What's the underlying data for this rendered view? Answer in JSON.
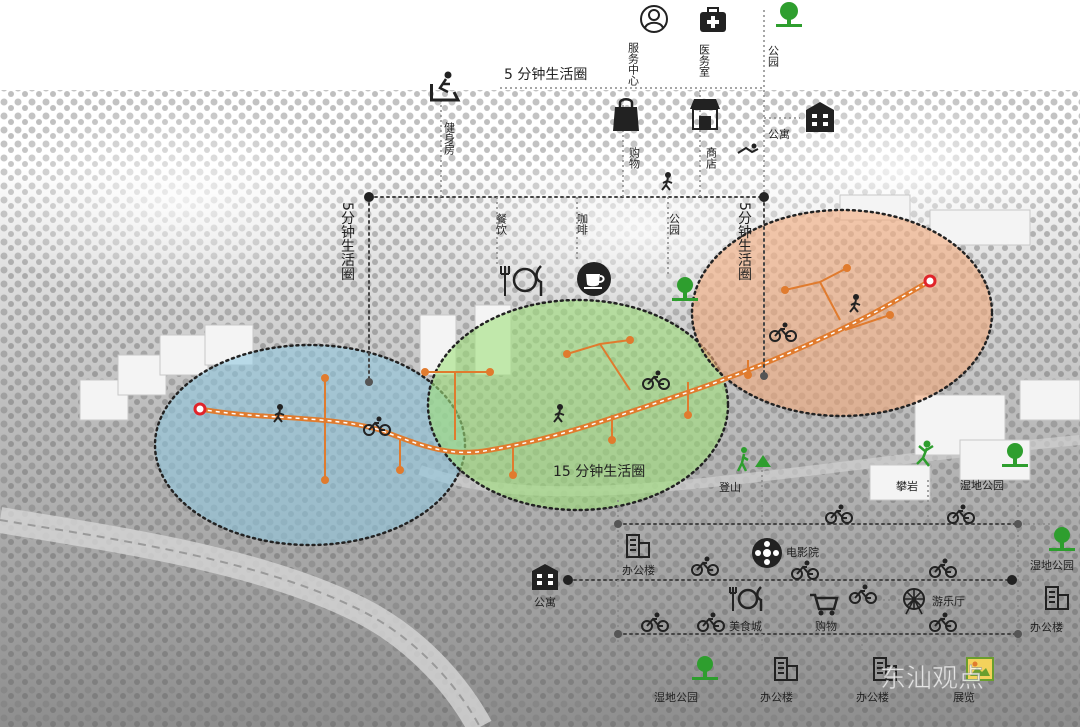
{
  "texts": {
    "five_min_top": "5 分钟生活圈",
    "five_min_left": "5分钟生活圈",
    "five_min_right": "5分钟生活圈",
    "fifteen_min": "15 分钟生活圈",
    "watermark": "东汕观点"
  },
  "top_labels": {
    "service_center": "服务中心",
    "medical": "医务室",
    "park_top": "公园",
    "gym": "健身房",
    "shopping": "购物",
    "shop": "商店",
    "apartment": "公寓",
    "dining": "餐饮",
    "coffee": "咖啡",
    "park_mid": "公园"
  },
  "bottom_labels": {
    "climbing": "登山",
    "rock_climbing": "攀岩",
    "wetland_park_1": "湿地公园",
    "wetland_park_2": "湿地公园",
    "office_1": "办公楼",
    "cinema": "电影院",
    "office_2": "办公楼",
    "apartment": "公寓",
    "food_city": "美食城",
    "shopping": "购物",
    "amusement": "游乐厅",
    "wetland_park_3": "湿地公园",
    "office_3": "办公楼",
    "office_4": "办公楼",
    "exhibition": "展览"
  },
  "colors": {
    "blue_zone": "#8fc7dd",
    "green_zone": "#9fe07a",
    "orange_zone": "#f2a97a",
    "route": "#e07b2e",
    "green_icon": "#2e9e2e"
  },
  "icons": [
    "service-center-icon",
    "medical-icon",
    "park-icon",
    "gym-icon",
    "shopping-bag-icon",
    "shop-icon",
    "apartment-icon",
    "dining-icon",
    "coffee-icon",
    "walk-icon",
    "bike-icon",
    "mountain-hiking-icon",
    "rock-climbing-icon",
    "office-icon",
    "cinema-icon",
    "shopping-cart-icon",
    "ferris-wheel-icon",
    "exhibition-icon"
  ]
}
